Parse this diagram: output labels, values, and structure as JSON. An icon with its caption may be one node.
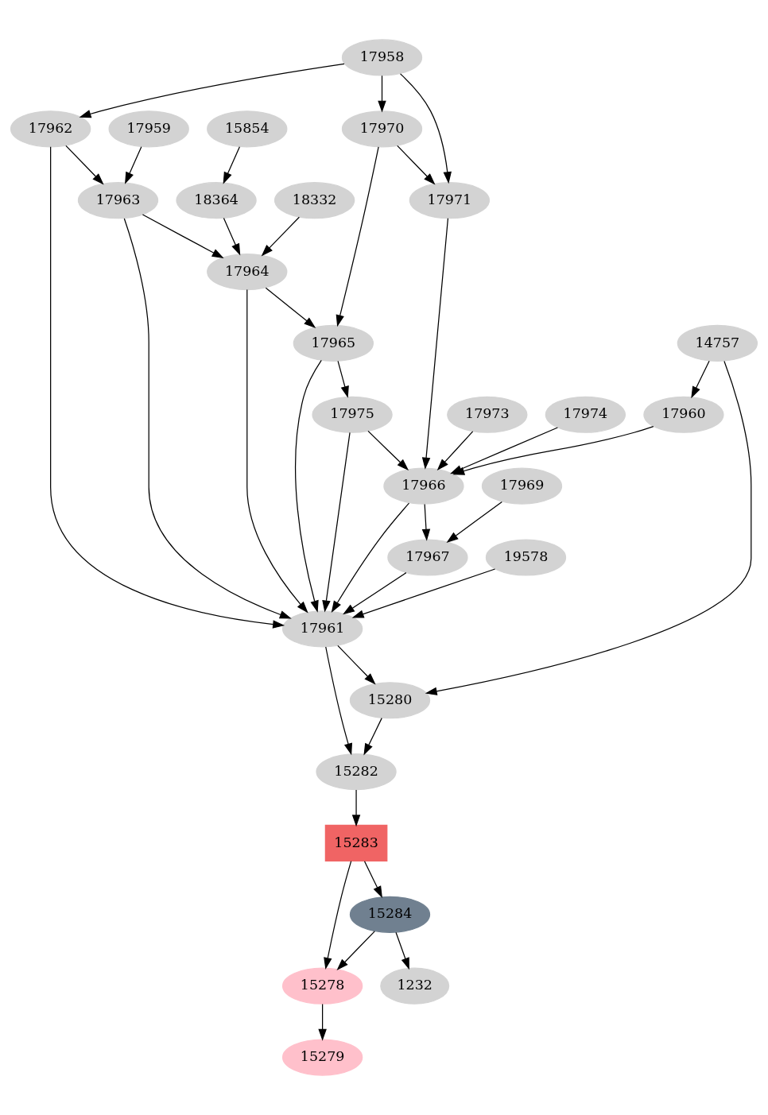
{
  "diagram": {
    "nodes": [
      {
        "text": [
          "17958"
        ]
      },
      {
        "text": [
          "17970"
        ]
      },
      {
        "text": [
          "17962"
        ]
      },
      {
        "text": [
          "17959"
        ]
      },
      {
        "text": [
          "15854"
        ]
      },
      {
        "text": [
          "17971"
        ]
      },
      {
        "text": [
          "17963"
        ]
      },
      {
        "text": [
          "18364"
        ]
      },
      {
        "text": [
          "18332"
        ]
      },
      {
        "text": [
          "17964"
        ]
      },
      {
        "text": [
          "14757"
        ]
      },
      {
        "text": [
          "17965"
        ]
      },
      {
        "text": [
          "17973"
        ]
      },
      {
        "text": [
          "17974"
        ]
      },
      {
        "text": [
          "17960"
        ]
      },
      {
        "text": [
          "17975"
        ]
      },
      {
        "text": [
          "17966"
        ]
      },
      {
        "text": [
          "17969"
        ]
      },
      {
        "text": [
          "17967"
        ]
      },
      {
        "text": [
          "19578"
        ]
      },
      {
        "text": [
          "17961"
        ]
      },
      {
        "text": [
          "15280"
        ]
      },
      {
        "text": [
          "15282"
        ]
      },
      {
        "text": [
          "15283"
        ]
      },
      {
        "text": [
          "15284"
        ]
      },
      {
        "text": [
          "15278"
        ]
      },
      {
        "text": [
          "1232"
        ]
      },
      {
        "text": [
          "15279"
        ]
      }
    ],
    "edges": [
      {
        "from": 0,
        "to": 5,
        "arrow": "to"
      },
      {
        "from": 0,
        "to": 1,
        "arrow": "to"
      },
      {
        "from": 0,
        "to": 2,
        "arrow": "to"
      },
      {
        "from": 1,
        "to": 5,
        "arrow": "to"
      },
      {
        "from": 1,
        "to": 11,
        "arrow": "to"
      },
      {
        "from": 2,
        "to": 6,
        "arrow": "to"
      },
      {
        "from": 2,
        "to": 20,
        "arrow": "to"
      },
      {
        "from": 3,
        "to": 6,
        "arrow": "to"
      },
      {
        "from": 4,
        "to": 7,
        "arrow": "to"
      },
      {
        "from": 5,
        "to": 16,
        "arrow": "to"
      },
      {
        "from": 6,
        "to": 9,
        "arrow": "to"
      },
      {
        "from": 6,
        "to": 20,
        "arrow": "to"
      },
      {
        "from": 7,
        "to": 9,
        "arrow": "to"
      },
      {
        "from": 8,
        "to": 9,
        "arrow": "to"
      },
      {
        "from": 9,
        "to": 11,
        "arrow": "to"
      },
      {
        "from": 9,
        "to": 20,
        "arrow": "to"
      },
      {
        "from": 10,
        "to": 14,
        "arrow": "to"
      },
      {
        "from": 10,
        "to": 21,
        "arrow": "to"
      },
      {
        "from": 11,
        "to": 15,
        "arrow": "to"
      },
      {
        "from": 11,
        "to": 20,
        "arrow": "to"
      },
      {
        "from": 12,
        "to": 16,
        "arrow": "to"
      },
      {
        "from": 13,
        "to": 16,
        "arrow": "to"
      },
      {
        "from": 14,
        "to": 16,
        "arrow": "to"
      },
      {
        "from": 15,
        "to": 16,
        "arrow": "to"
      },
      {
        "from": 15,
        "to": 20,
        "arrow": "to"
      },
      {
        "from": 16,
        "to": 18,
        "arrow": "to"
      },
      {
        "from": 16,
        "to": 20,
        "arrow": "to"
      },
      {
        "from": 17,
        "to": 18,
        "arrow": "to"
      },
      {
        "from": 18,
        "to": 20,
        "arrow": "to"
      },
      {
        "from": 19,
        "to": 20,
        "arrow": "to"
      },
      {
        "from": 20,
        "to": 21,
        "arrow": "to"
      },
      {
        "from": 20,
        "to": 22,
        "arrow": "to"
      },
      {
        "from": 21,
        "to": 22,
        "arrow": "to"
      },
      {
        "from": 22,
        "to": 23,
        "arrow": "to"
      },
      {
        "from": 23,
        "to": 24,
        "arrow": "to"
      },
      {
        "from": 23,
        "to": 25,
        "arrow": "to"
      },
      {
        "from": 24,
        "to": 25,
        "arrow": "to"
      },
      {
        "from": 24,
        "to": 26,
        "arrow": "to"
      },
      {
        "from": 25,
        "to": 27,
        "arrow": "to"
      }
    ]
  }
}
